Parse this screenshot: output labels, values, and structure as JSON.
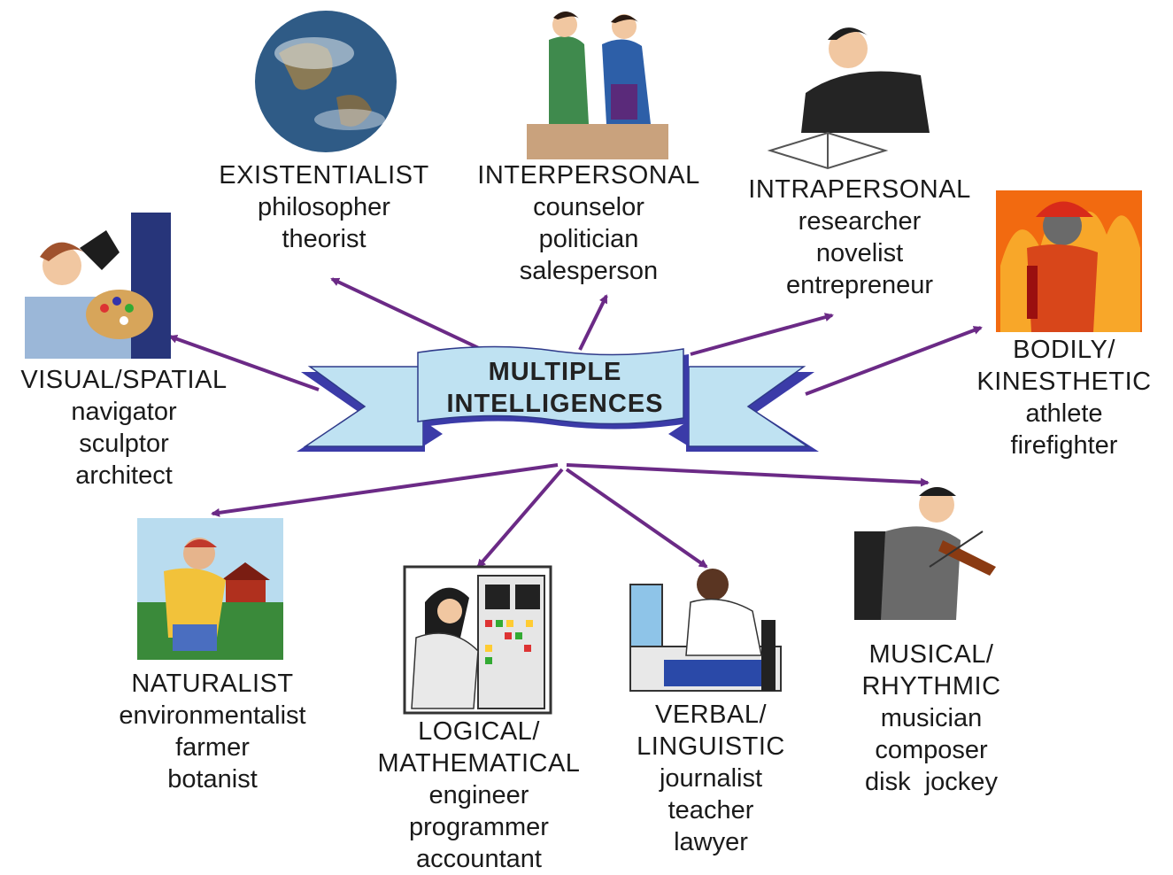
{
  "center": {
    "line1": "MULTIPLE",
    "line2": "INTELLIGENCES"
  },
  "nodes": {
    "existentialist": {
      "title": "EXISTENTIALIST",
      "roles": [
        "philosopher",
        "theorist"
      ]
    },
    "interpersonal": {
      "title": "INTERPERSONAL",
      "roles": [
        "counselor",
        "politician",
        "salesperson"
      ]
    },
    "intrapersonal": {
      "title": "INTRAPERSONAL",
      "roles": [
        "researcher",
        "novelist",
        "entrepreneur"
      ]
    },
    "visual": {
      "title": "VISUAL/SPATIAL",
      "roles": [
        "navigator",
        "sculptor",
        "architect"
      ]
    },
    "bodily": {
      "title1": "BODILY/",
      "title2": "KINESTHETIC",
      "roles": [
        "athlete",
        "firefighter"
      ]
    },
    "naturalist": {
      "title": "NATURALIST",
      "roles": [
        "environmentalist",
        "farmer",
        "botanist"
      ]
    },
    "logical": {
      "title1": "LOGICAL/",
      "title2": "MATHEMATICAL",
      "roles": [
        "engineer",
        "programmer",
        "accountant"
      ]
    },
    "verbal": {
      "title1": "VERBAL/",
      "title2": "LINGUISTIC",
      "roles": [
        "journalist",
        "teacher",
        "lawyer"
      ]
    },
    "musical": {
      "title1": "MUSICAL/",
      "title2": "RHYTHMIC",
      "roles": [
        "musician",
        "composer",
        "disk  jockey"
      ]
    }
  },
  "colors": {
    "arrow": "#6b2a86",
    "banner_fill": "#bfe2f2",
    "banner_shadow": "#3b3ba8",
    "banner_outline": "#2f3a8a"
  },
  "pictures": [
    "globe",
    "two-businesswomen",
    "man-reading-book",
    "artist-painting",
    "firefighter",
    "farmer",
    "computer-operator",
    "typist-at-computer",
    "violinist"
  ]
}
